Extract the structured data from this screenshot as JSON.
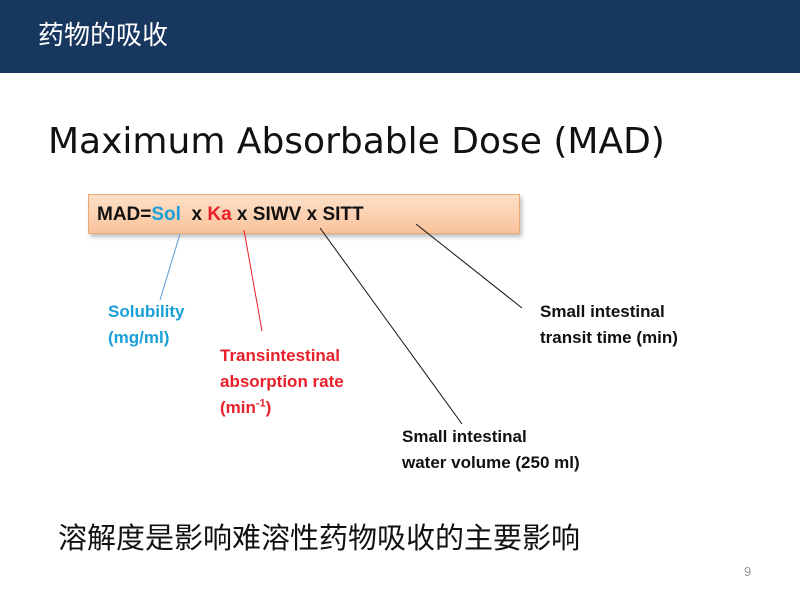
{
  "header": {
    "title": "药物的吸收",
    "background": "#17375e"
  },
  "slide": {
    "title": "Maximum Absorbable Dose (MAD)",
    "formula": {
      "prefix": "MAD=",
      "sol": "Sol",
      "sep1": "  x ",
      "ka": "Ka",
      "rest": " x SIWV x SITT"
    },
    "labels": {
      "solubility": {
        "line1": "Solubility",
        "line2": "(mg/ml)"
      },
      "ka": {
        "line1": "Transintestinal",
        "line2": "absorption rate",
        "line3_pre": "(min",
        "line3_sup": "-1",
        "line3_post": ")"
      },
      "sitt": {
        "line1": "Small intestinal",
        "line2": "transit time (min)"
      },
      "siwv": {
        "line1": "Small intestinal",
        "line2": "water volume (250 ml)"
      }
    },
    "bottom_text": "溶解度是影响难溶性药物吸收的主要影响",
    "page_number": "9"
  },
  "colors": {
    "accent_blue": "#1aa0d8",
    "accent_red": "#e8202a",
    "formula_box": "#f9c39b"
  }
}
